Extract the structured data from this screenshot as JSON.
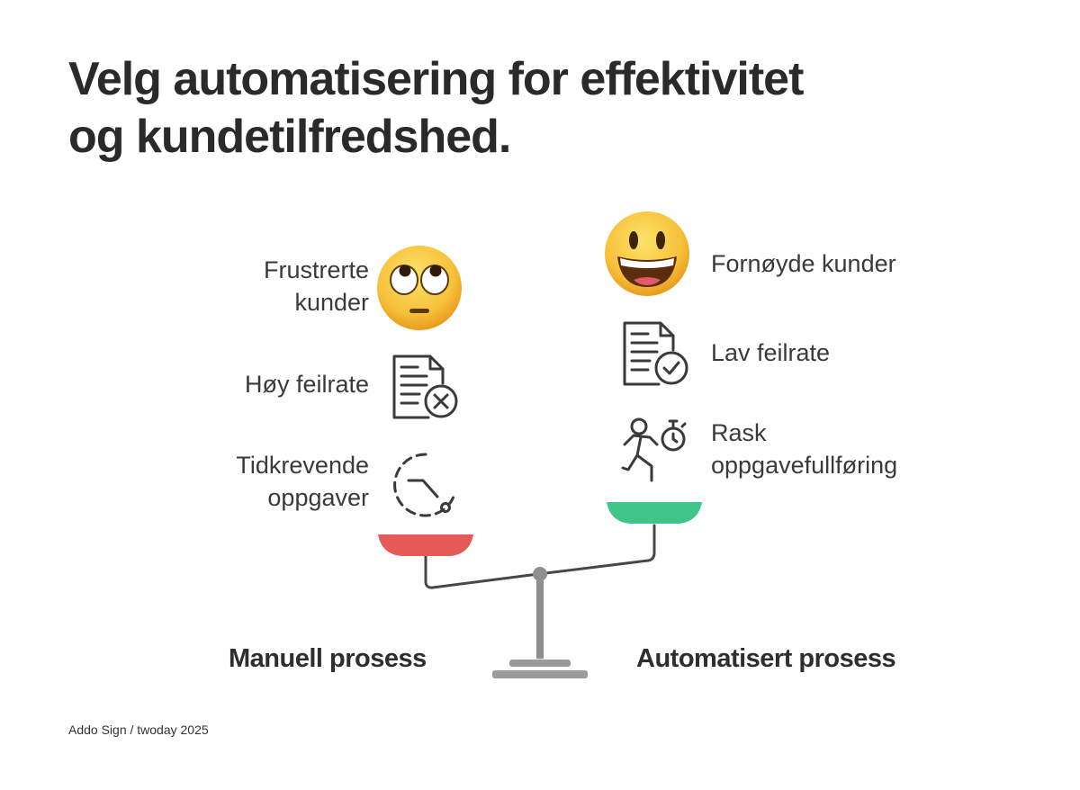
{
  "title": {
    "line1": "Velg automatisering for effektivitet",
    "line2": "og kundetilfredshed."
  },
  "manual": {
    "heading": "Manuell prosess",
    "pan_color": "#e35a56",
    "items": [
      {
        "lines": [
          "Frustrerte",
          "kunder"
        ],
        "icon": "eye-roll-face-icon"
      },
      {
        "lines": [
          "Høy feilrate"
        ],
        "icon": "document-x-icon"
      },
      {
        "lines": [
          "Tidkrevende",
          "oppgaver"
        ],
        "icon": "slow-clock-icon"
      }
    ]
  },
  "automated": {
    "heading": "Automatisert prosess",
    "pan_color": "#3fc587",
    "items": [
      {
        "lines": [
          "Fornøyde kunder"
        ],
        "icon": "grinning-face-icon"
      },
      {
        "lines": [
          "Lav feilrate"
        ],
        "icon": "document-check-icon"
      },
      {
        "lines": [
          "Rask",
          "oppgavefullføring"
        ],
        "icon": "running-stopwatch-icon"
      }
    ]
  },
  "footer": "Addo Sign / twoday 2025"
}
